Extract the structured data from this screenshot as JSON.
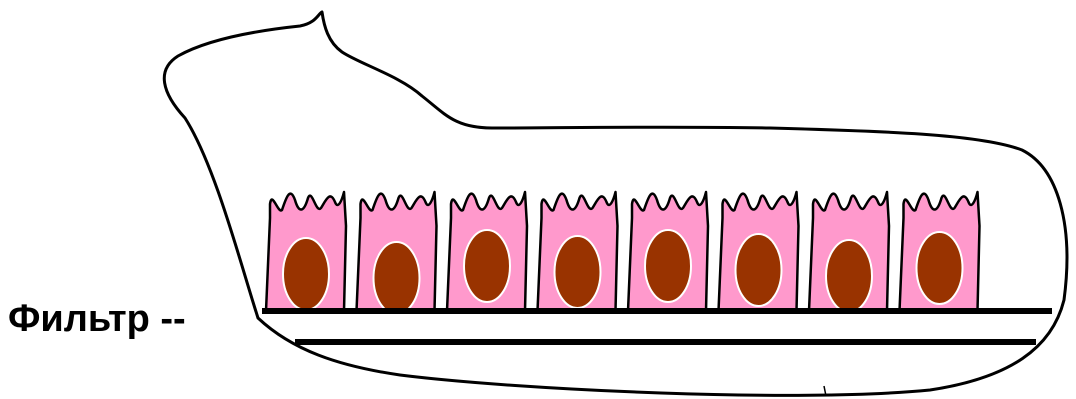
{
  "labels": {
    "filter": "Фильтр --"
  },
  "colors": {
    "cell_fill": "#ff99cc",
    "nucleus_fill": "#993300",
    "outline": "#000000",
    "background": "#ffffff"
  },
  "cells": [
    {
      "id": 1
    },
    {
      "id": 2
    },
    {
      "id": 3
    },
    {
      "id": 4
    },
    {
      "id": 5
    },
    {
      "id": 6
    },
    {
      "id": 7
    },
    {
      "id": 8
    }
  ]
}
